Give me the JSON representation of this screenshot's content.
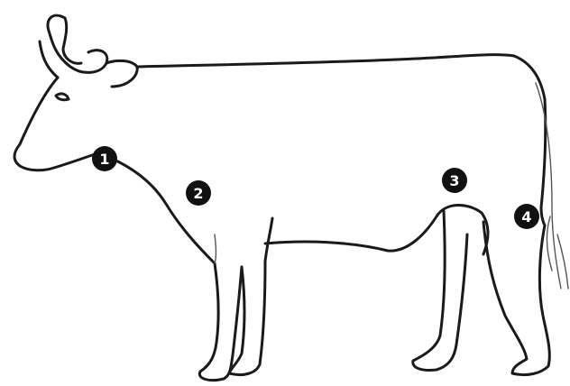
{
  "markers": [
    {
      "id": "1",
      "label": "1"
    },
    {
      "id": "2",
      "label": "2"
    },
    {
      "id": "3",
      "label": "3"
    },
    {
      "id": "4",
      "label": "4"
    }
  ],
  "colors": {
    "background": "#ffffff",
    "outline": "#1a1a1a",
    "marker_fill": "#111111",
    "marker_text": "#ffffff"
  }
}
